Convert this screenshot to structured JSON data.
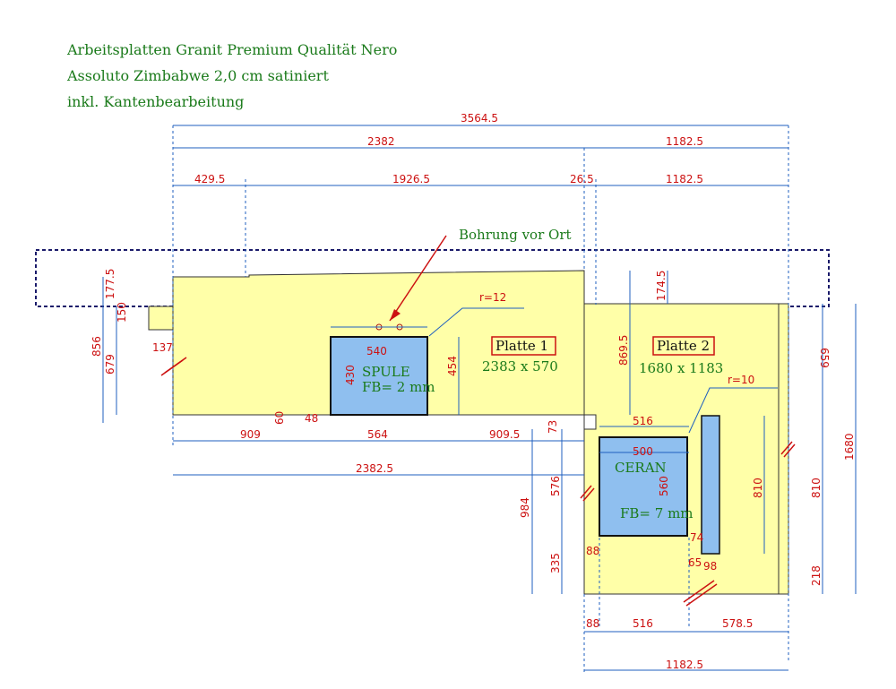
{
  "header": {
    "line1": "Arbeitsplatten Granit Premium Qualität Nero",
    "line2": "Assoluto Zimbabwe 2,0 cm satiniert",
    "line3": "inkl. Kantenbearbeitung"
  },
  "annotation": {
    "drill": "Bohrung vor Ort"
  },
  "plates": [
    {
      "name": "Platte 1",
      "size": "2383 x 570"
    },
    {
      "name": "Platte 2",
      "size": "1680 x 1183"
    }
  ],
  "cutouts": {
    "sink": {
      "label": "SPULE",
      "fb": "FB= 2 mm",
      "w": "540",
      "h": "430",
      "radius": "r=12"
    },
    "hob": {
      "label": "CERAN",
      "fb": "FB= 7 mm",
      "w": "500",
      "h": "560",
      "radius": "r=10"
    }
  },
  "dims": {
    "total": "3564.5",
    "row2_left": "2382",
    "row2_right": "1182.5",
    "row3_a": "429.5",
    "row3_b": "1926.5",
    "row3_c": "26.5",
    "row3_d": "1182.5",
    "bottom_909": "909",
    "bottom_564": "564",
    "bottom_9095": "909.5",
    "bottom_23825": "2382.5",
    "sink_454": "454",
    "sink_60": "60",
    "sink_48": "48",
    "left_856": "856",
    "left_679": "679",
    "left_1775": "177.5",
    "left_150": "150",
    "left_137": "137",
    "mid_8695": "869.5",
    "mid_1745": "174.5",
    "hob_516": "516",
    "hob_73": "73",
    "hob_576": "576",
    "hob_984": "984",
    "hob_335": "335",
    "hob_88": "88",
    "hob_74": "74",
    "hob_65": "65",
    "hob_98": "98",
    "right_810a": "810",
    "right_659": "659",
    "right_810b": "810",
    "right_218": "218",
    "right_1680": "1680",
    "foot_88": "88",
    "foot_516": "516",
    "foot_5785": "578.5",
    "foot_11825": "1182.5"
  }
}
